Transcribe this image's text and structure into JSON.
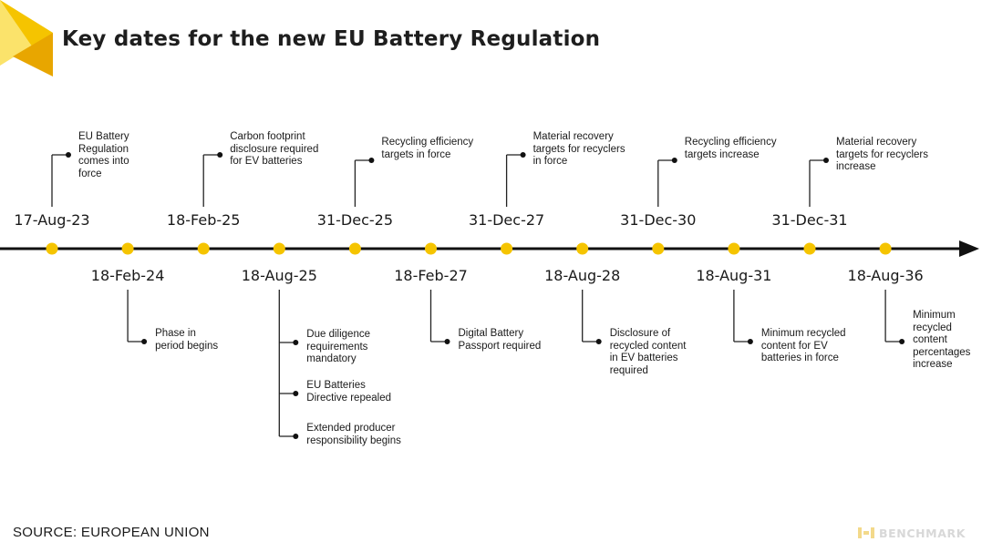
{
  "title": "Key dates for the new EU Battery Regulation",
  "source": "SOURCE: EUROPEAN UNION",
  "brand": "BENCHMARK",
  "colors": {
    "accent_yellow": "#F5C400",
    "accent_dark_yellow": "#E8A600",
    "logo_light": "#FBE36B",
    "axis": "#111111",
    "brand_grey": "#D8D8D8"
  },
  "icons": {
    "logo": "folded-triangle-logo-icon",
    "brand": "benchmark-logo-icon",
    "axis_end": "arrow-right-icon"
  },
  "events_above": [
    {
      "date": "17-Aug-23",
      "notes": [
        "EU Battery\nRegulation\ncomes into\nforce"
      ]
    },
    {
      "date": "18-Feb-25",
      "notes": [
        "Carbon footprint\ndisclosure required\nfor EV batteries"
      ]
    },
    {
      "date": "31-Dec-25",
      "notes": [
        "Recycling efficiency\ntargets in force"
      ]
    },
    {
      "date": "31-Dec-27",
      "notes": [
        "Material recovery\ntargets for recyclers\nin force"
      ]
    },
    {
      "date": "31-Dec-30",
      "notes": [
        "Recycling efficiency\ntargets increase"
      ]
    },
    {
      "date": "31-Dec-31",
      "notes": [
        "Material recovery\ntargets for recyclers\nincrease"
      ]
    }
  ],
  "events_below": [
    {
      "date": "18-Feb-24",
      "notes": [
        "Phase in\nperiod begins"
      ]
    },
    {
      "date": "18-Aug-25",
      "notes": [
        "Due diligence\nrequirements\nmandatory",
        "EU Batteries\nDirective repealed",
        "Extended producer\nresponsibility begins"
      ]
    },
    {
      "date": "18-Feb-27",
      "notes": [
        "Digital Battery\nPassport required"
      ]
    },
    {
      "date": "18-Aug-28",
      "notes": [
        "Disclosure of\nrecycled content\nin EV batteries\nrequired"
      ]
    },
    {
      "date": "18-Aug-31",
      "notes": [
        "Minimum recycled\ncontent for EV\nbatteries in force"
      ]
    },
    {
      "date": "18-Aug-36",
      "notes": [
        "Minimum\nrecycled\ncontent\npercentages\nincrease"
      ]
    }
  ]
}
